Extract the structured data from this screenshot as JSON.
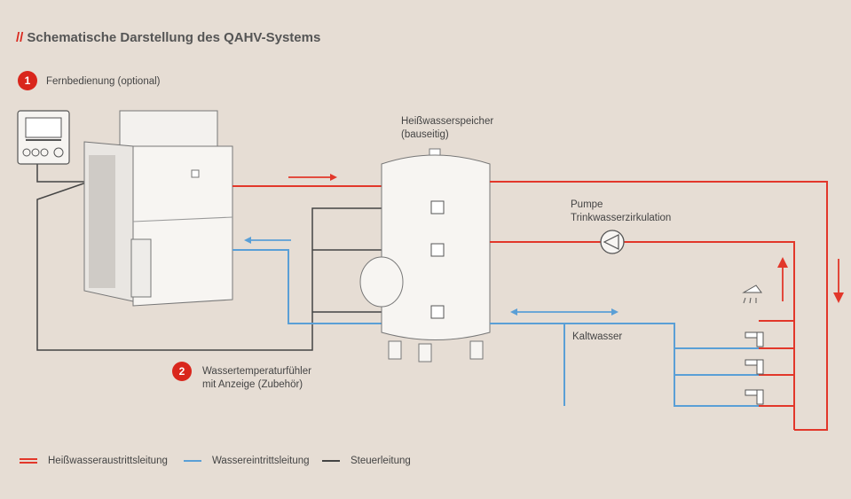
{
  "title": "Schematische Darstellung des QAHV-Systems",
  "title_prefix": "//",
  "labels": {
    "badge1": "1",
    "remote": "Fernbedienung (optional)",
    "tank_line1": "Heißwasserspeicher",
    "tank_line2": "(bauseitig)",
    "pump_line1": "Pumpe",
    "pump_line2": "Trinkwasserzirkulation",
    "cold_water": "Kaltwasser",
    "badge2": "2",
    "sensor_line1": "Wassertemperaturfühler",
    "sensor_line2": "mit Anzeige (Zubehör)"
  },
  "legend": [
    {
      "label": "Heißwasseraustrittsleitung",
      "color": "#e2372a"
    },
    {
      "label": "Wassereintrittsleitung",
      "color": "#5a9fd6"
    },
    {
      "label": "Steuerleitung",
      "color": "#444444"
    }
  ],
  "colors": {
    "hot": "#e2372a",
    "cold": "#5a9fd6",
    "control": "#444444",
    "accent": "#d9261c"
  }
}
